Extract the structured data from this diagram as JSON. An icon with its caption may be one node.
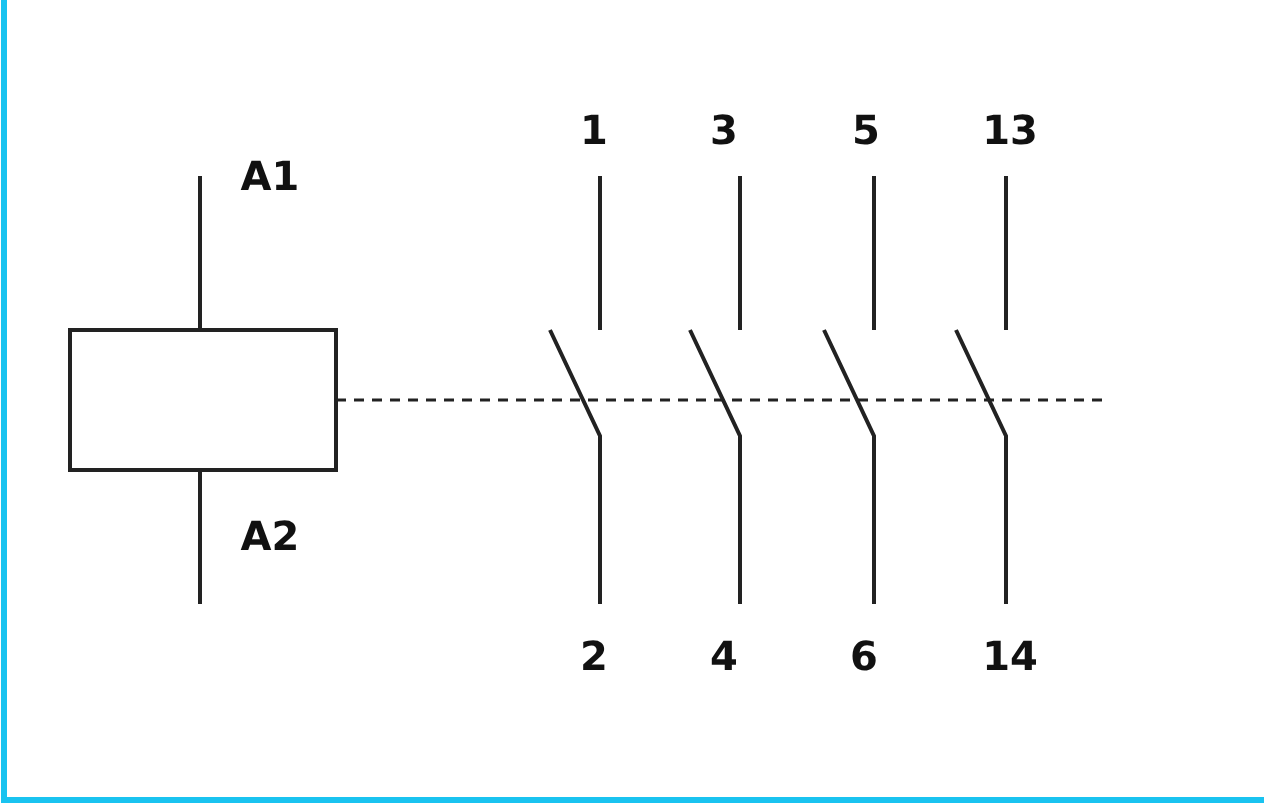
{
  "diagram": {
    "labels": [
      "A1",
      "1",
      "3",
      "5",
      "13",
      "A2",
      "2",
      "4",
      "6",
      "14"
    ]
  }
}
